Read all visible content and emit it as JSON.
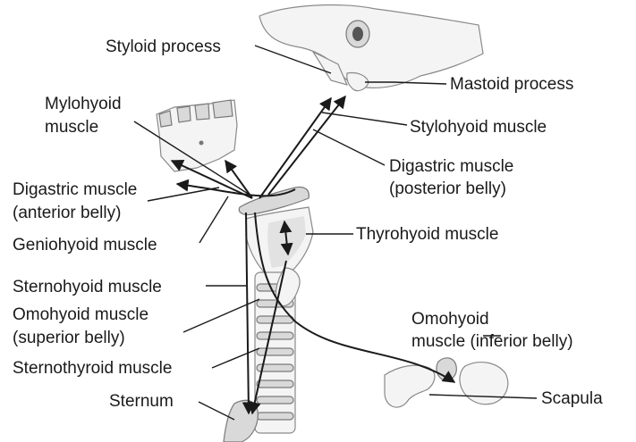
{
  "labels": {
    "styloid": "Styloid process",
    "mastoid": "Mastoid process",
    "mylohyoid_1": "Mylohyoid",
    "mylohyoid_2": "muscle",
    "stylohyoid": "Stylohyoid muscle",
    "digastric_post_1": "Digastric muscle",
    "digastric_post_2": "(posterior belly)",
    "digastric_ant_1": "Digastric muscle",
    "digastric_ant_2": "(anterior belly)",
    "geniohyoid": "Geniohyoid muscle",
    "thyrohyoid": "Thyrohyoid muscle",
    "sternohyoid": "Sternohyoid muscle",
    "omohyoid_sup_1": "Omohyoid muscle",
    "omohyoid_sup_2": "(superior belly)",
    "omohyoid_inf_1": "Omohyoid",
    "omohyoid_inf_2": "muscle (inferior belly)",
    "sternothyroid": "Sternothyroid muscle",
    "sternum": "Sternum",
    "scapula": "Scapula"
  }
}
